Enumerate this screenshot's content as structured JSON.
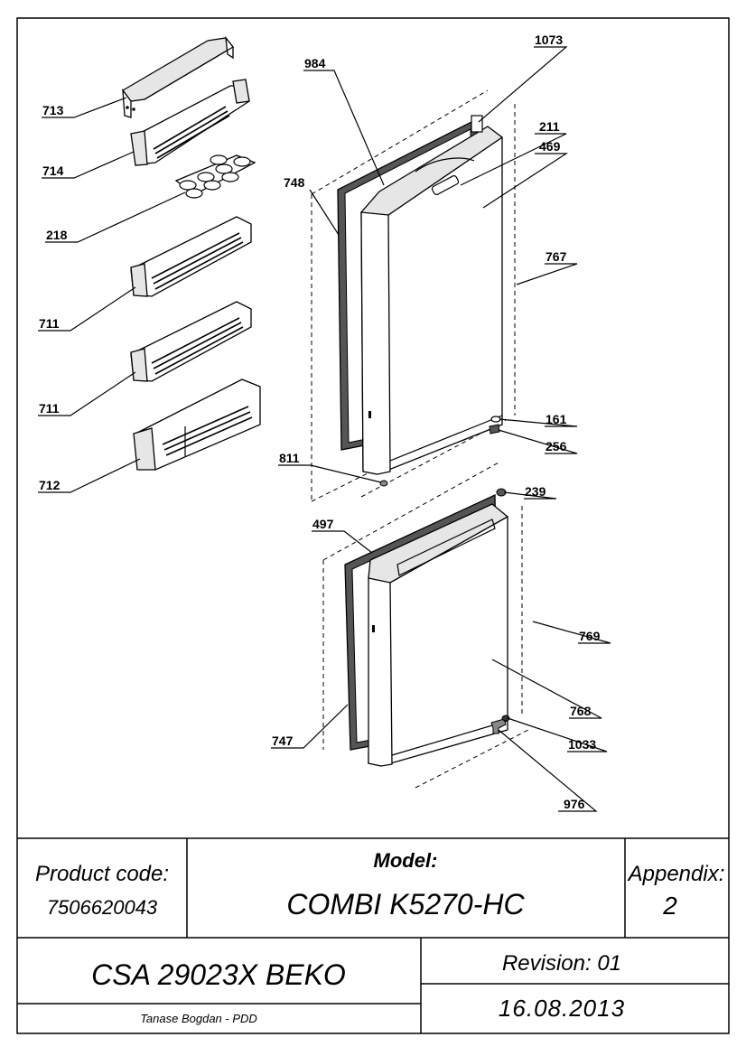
{
  "callouts": [
    {
      "id": "c713",
      "text": "713"
    },
    {
      "id": "c714",
      "text": "714"
    },
    {
      "id": "c218",
      "text": "218"
    },
    {
      "id": "c711a",
      "text": "711"
    },
    {
      "id": "c711b",
      "text": "711"
    },
    {
      "id": "c712",
      "text": "712"
    },
    {
      "id": "c984",
      "text": "984"
    },
    {
      "id": "c1073",
      "text": "1073"
    },
    {
      "id": "c211",
      "text": "211"
    },
    {
      "id": "c469",
      "text": "469"
    },
    {
      "id": "c748",
      "text": "748"
    },
    {
      "id": "c767",
      "text": "767"
    },
    {
      "id": "c161",
      "text": "161"
    },
    {
      "id": "c256",
      "text": "256"
    },
    {
      "id": "c811",
      "text": "811"
    },
    {
      "id": "c239",
      "text": "239"
    },
    {
      "id": "c497",
      "text": "497"
    },
    {
      "id": "c769",
      "text": "769"
    },
    {
      "id": "c768",
      "text": "768"
    },
    {
      "id": "c747",
      "text": "747"
    },
    {
      "id": "c1033",
      "text": "1033"
    },
    {
      "id": "c976",
      "text": "976"
    }
  ],
  "title_block": {
    "product_code_label": "Product code:",
    "product_code": "7506620043",
    "model_label": "Model:",
    "model": "COMBI K5270-HC",
    "appendix_label": "Appendix:",
    "appendix": "2",
    "product_name": "CSA 29023X BEKO",
    "revision": "Revision: 01",
    "author": "Tanase Bogdan - PDD",
    "date": "16.08.2013"
  }
}
